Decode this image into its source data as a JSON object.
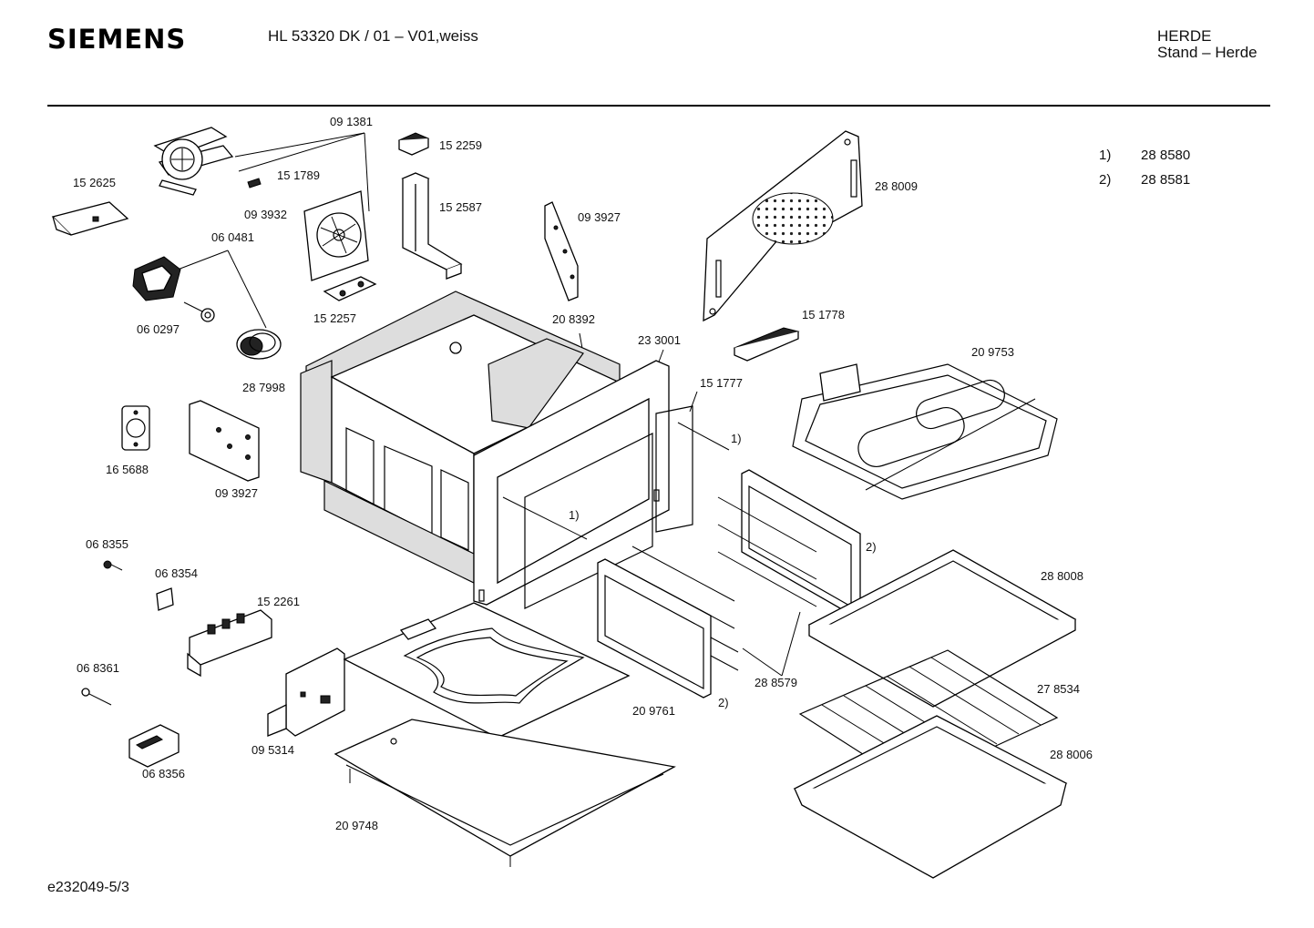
{
  "header": {
    "brand": "SIEMENS",
    "model": "HL 53320 DK / 01 – V01,weiss",
    "category": "HERDE",
    "subcategory": "Stand – Herde"
  },
  "footnotes": [
    {
      "marker": "1)",
      "number": "28 8580"
    },
    {
      "marker": "2)",
      "number": "28 8581"
    }
  ],
  "part_labels": [
    {
      "id": "p091381",
      "text": "09 1381"
    },
    {
      "id": "p152259",
      "text": "15 2259"
    },
    {
      "id": "p152625",
      "text": "15 2625"
    },
    {
      "id": "p151789",
      "text": "15 1789"
    },
    {
      "id": "p093932",
      "text": "09 3932"
    },
    {
      "id": "p152587",
      "text": "15 2587"
    },
    {
      "id": "p093927a",
      "text": "09 3927"
    },
    {
      "id": "p288009",
      "text": "28 8009"
    },
    {
      "id": "p060481",
      "text": "06 0481"
    },
    {
      "id": "p152257",
      "text": "15 2257"
    },
    {
      "id": "p208392",
      "text": "20 8392"
    },
    {
      "id": "p060297",
      "text": "06 0297"
    },
    {
      "id": "p151778",
      "text": "15 1778"
    },
    {
      "id": "p233001",
      "text": "23 3001"
    },
    {
      "id": "p209753",
      "text": "20 9753"
    },
    {
      "id": "p287998",
      "text": "28 7998"
    },
    {
      "id": "p151777",
      "text": "15 1777"
    },
    {
      "id": "pfn1a",
      "text": "1)"
    },
    {
      "id": "p165688",
      "text": "16 5688"
    },
    {
      "id": "p093927b",
      "text": "09 3927"
    },
    {
      "id": "pfn1b",
      "text": "1)"
    },
    {
      "id": "pfn2a",
      "text": "2)"
    },
    {
      "id": "p068355",
      "text": "06 8355"
    },
    {
      "id": "p068354",
      "text": "06 8354"
    },
    {
      "id": "p152261",
      "text": "15 2261"
    },
    {
      "id": "p288008",
      "text": "28 8008"
    },
    {
      "id": "p068361",
      "text": "06 8361"
    },
    {
      "id": "p288579",
      "text": "28 8579"
    },
    {
      "id": "p278534",
      "text": "27 8534"
    },
    {
      "id": "p209761",
      "text": "20 9761"
    },
    {
      "id": "pfn2b",
      "text": "2)"
    },
    {
      "id": "p095314",
      "text": "09 5314"
    },
    {
      "id": "p288006",
      "text": "28 8006"
    },
    {
      "id": "p068356",
      "text": "06 8356"
    },
    {
      "id": "p209748",
      "text": "20 9748"
    }
  ],
  "footer": {
    "drawing_id": "e232049-5/3"
  }
}
